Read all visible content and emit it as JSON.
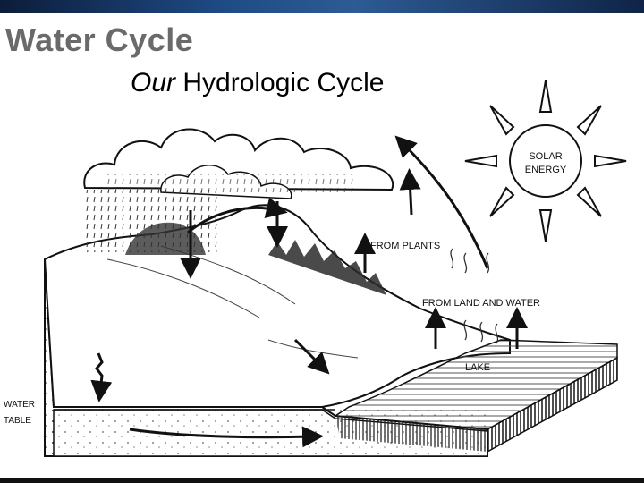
{
  "slide": {
    "title": "Water Cycle",
    "subtitle_emphasis": "Our",
    "subtitle_rest": "Hydrologic Cycle"
  },
  "diagram": {
    "sun_label_line1": "SOLAR",
    "sun_label_line2": "ENERGY",
    "from_plants": "FROM PLANTS",
    "from_land_and_water": "FROM LAND AND WATER",
    "lake": "LAKE",
    "water_table_line1": "WATER",
    "water_table_line2": "TABLE"
  }
}
